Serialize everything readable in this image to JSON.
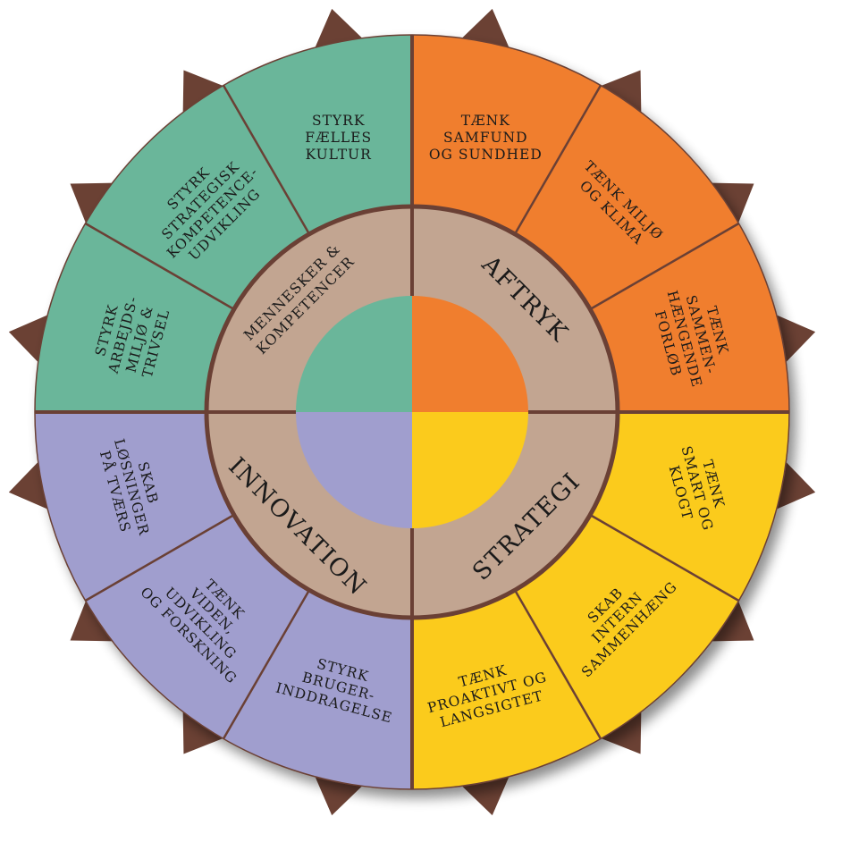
{
  "colors": {
    "green": "#6BB69A",
    "orange": "#F07E2E",
    "yellow": "#FBCB1D",
    "purple": "#A09ECE",
    "ring": "#C2A591",
    "line": "#6B4134",
    "spike": "#6B4134"
  },
  "quadrants": [
    {
      "id": "mennesker",
      "color": "orange",
      "ring_label": [
        "MENNESKER &",
        "KOMPETENCER"
      ],
      "segments": [
        [
          "STYRK",
          "FÆLLES",
          "KULTUR"
        ],
        [
          "STYRK",
          "STRATEGISK",
          "KOMPETENCE-",
          "UDVIKLING"
        ],
        [
          "STYRK",
          "ARBEJDS-",
          "MILJØ &",
          "TRIVSEL"
        ]
      ]
    },
    {
      "id": "aftryk",
      "ring_label": [
        "AFTRYK"
      ],
      "segments": [
        [
          "TÆNK",
          "SAMFUND",
          "OG SUNDHED"
        ],
        [
          "TÆNK MILJØ",
          "OG KLIMA"
        ],
        [
          "TÆNK",
          "SAMMEN-",
          "HÆNGENDE",
          "FORLØB"
        ]
      ]
    },
    {
      "id": "strategi",
      "ring_label": [
        "STRATEGI"
      ],
      "segments": [
        [
          "TÆNK",
          "SMART OG",
          "KLOGT"
        ],
        [
          "SKAB",
          "INTERN",
          "SAMMENHÆNG"
        ],
        [
          "TÆNK",
          "PROAKTIVT OG",
          "LANGSIGTET"
        ]
      ]
    },
    {
      "id": "innovation",
      "ring_label": [
        "INNOVATION"
      ],
      "segments": [
        [
          "STYRK",
          "BRUGER-",
          "INDDRAGELSE"
        ],
        [
          "TÆNK",
          "VIDEN,",
          "UDVIKLING",
          "OG FORSKNING"
        ],
        [
          "SKAB",
          "LØSNINGER",
          "PÅ TVÆRS"
        ]
      ]
    }
  ]
}
